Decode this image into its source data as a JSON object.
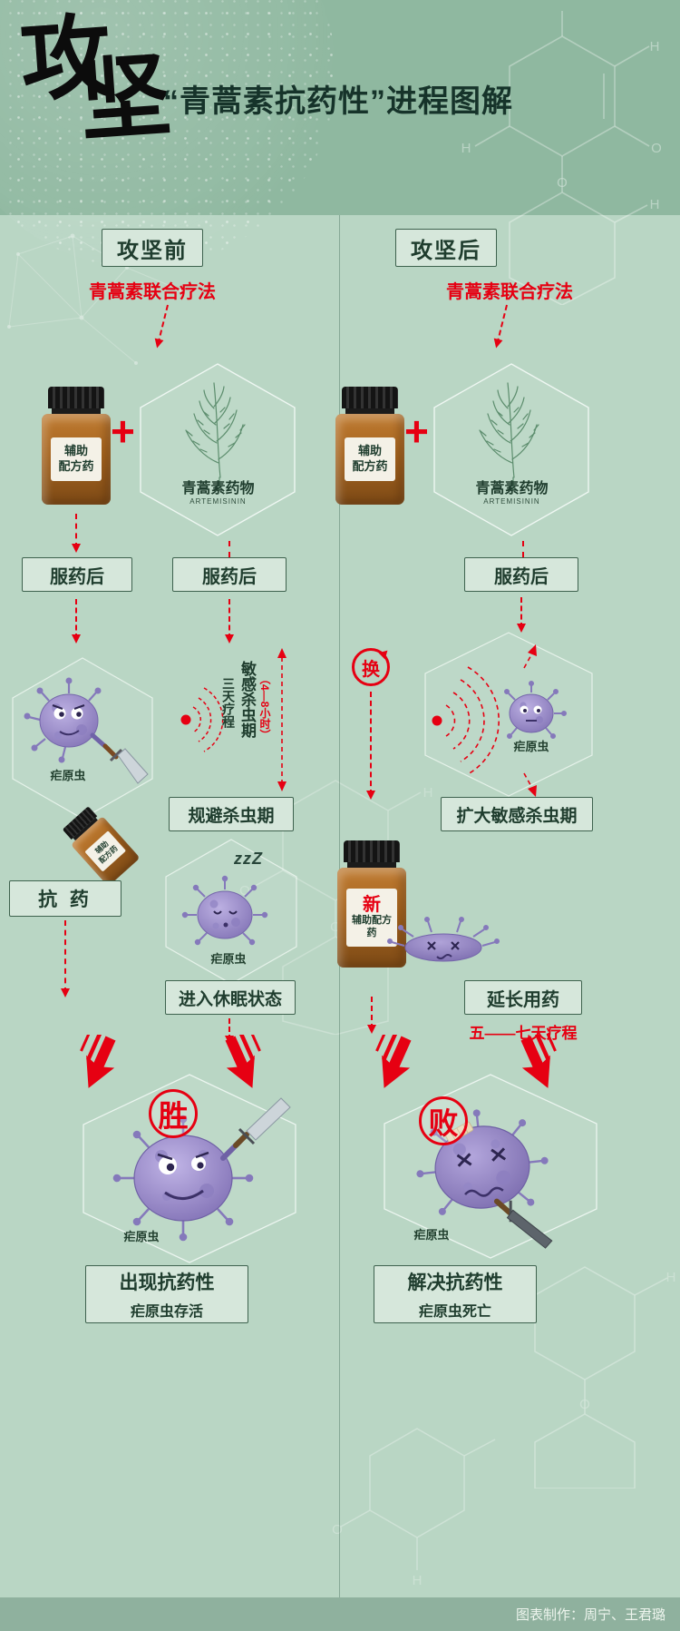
{
  "header": {
    "brand_char1": "攻",
    "brand_char2": "坚",
    "title": "“青蒿素抗药性”进程图解"
  },
  "shared": {
    "plus": "+",
    "therapy": "青蒿素联合疗法",
    "after_dose": "服药后",
    "bottle_line1": "辅助",
    "bottle_line2": "配方药",
    "plant_name": "青蒿素药物",
    "plant_latin": "ARTEMISININ",
    "parasite": "疟原虫"
  },
  "left": {
    "stage": "攻坚前",
    "timeline": {
      "window": "敏感杀虫期",
      "hours": "（4—8小时）",
      "course": "三天疗程"
    },
    "evade": "规避杀虫期",
    "resist": "抗 药",
    "zzz": "zzZ",
    "dormant": "进入休眠状态",
    "badge": "胜",
    "outcome_title": "出现抗药性",
    "outcome_sub": "疟原虫存活"
  },
  "right": {
    "stage": "攻坚后",
    "switch_label": "换",
    "expand": "扩大敏感杀虫期",
    "new_tag": "新",
    "new_bottle_label": "辅助配方药",
    "extend": "延长用药",
    "extend_course": "五——七天疗程",
    "badge": "败",
    "outcome_title": "解决抗药性",
    "outcome_sub": "疟原虫死亡"
  },
  "footer": {
    "credit": "图表制作：周宁、王君璐"
  },
  "decor": {
    "atom_h": "H",
    "atom_o": "O"
  },
  "colors": {
    "red": "#e60012",
    "header_green": "#8fb8a0",
    "body_green": "#b9d6c4",
    "dark_green": "#1f3d2e"
  }
}
